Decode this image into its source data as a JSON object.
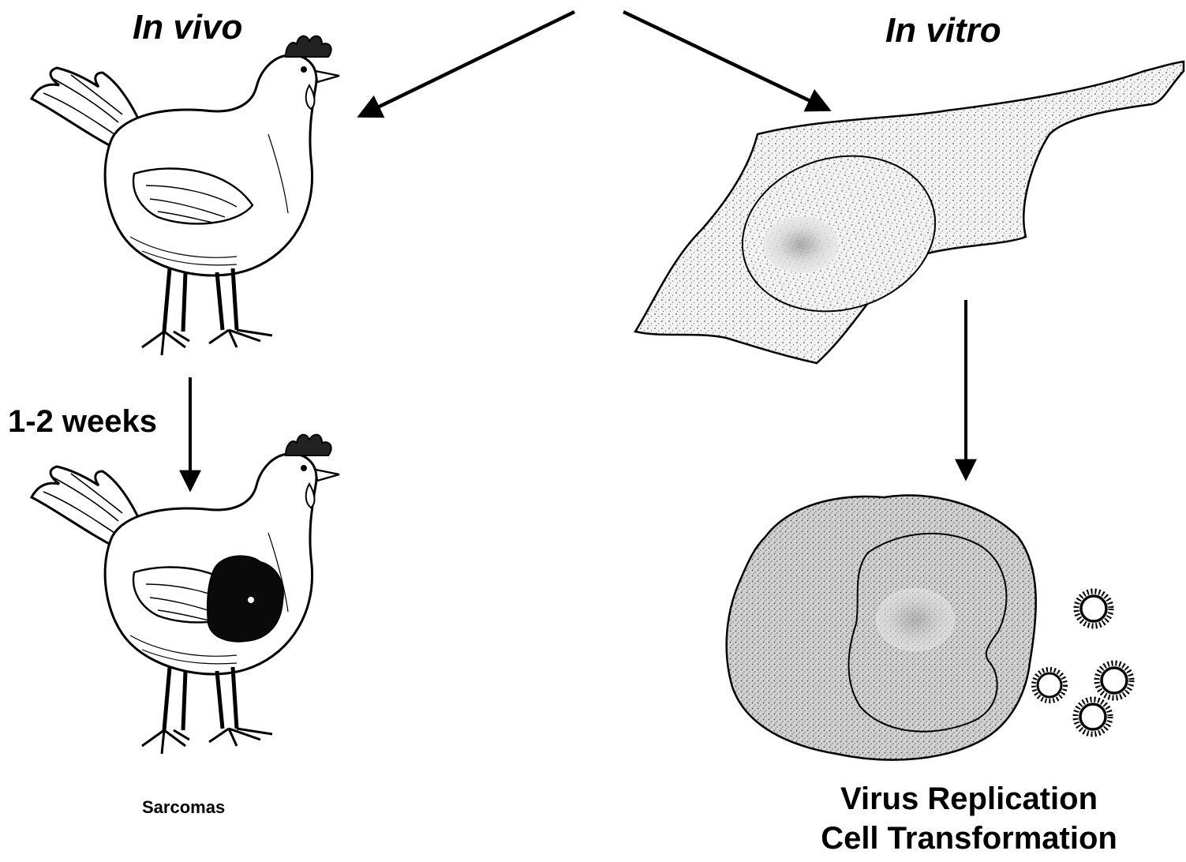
{
  "labels": {
    "in_vivo": "In vivo",
    "in_vitro": "In vitro",
    "duration": "1-2 weeks",
    "sarcomas": "Sarcomas",
    "virus_replication": "Virus Replication",
    "cell_transformation": "Cell Transformation"
  },
  "colors": {
    "ink": "#000000",
    "cell_fill": "#e9e9e9",
    "transformed_fill": "#cfcfcf",
    "tumor": "#0a0a0a"
  },
  "icons": [
    "chicken-icon",
    "tumor-chicken-icon",
    "fibroblast-cell-icon",
    "transformed-cell-icon",
    "virion-icon",
    "arrow-icon"
  ]
}
